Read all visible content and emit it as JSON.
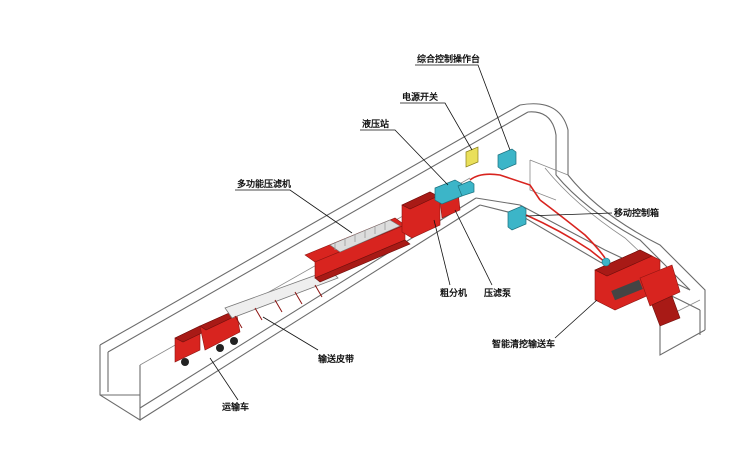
{
  "labels": {
    "console": "综合控制操作台",
    "power_switch": "电源开关",
    "hydraulic_station": "液压站",
    "filter_press": "多功能压滤机",
    "mobile_control_box": "移动控制箱",
    "coarse_separator": "粗分机",
    "press_pump": "压滤泵",
    "smart_vehicle": "智能清挖输送车",
    "conveyor_belt": "输送皮带",
    "transport_truck": "运输车"
  },
  "colors": {
    "equipment_red": "#d8241f",
    "tunnel_line": "#6b6b6b",
    "power_switch_yellow": "#e9df5a",
    "control_cyan": "#3cb5c8",
    "text": "#111111"
  }
}
